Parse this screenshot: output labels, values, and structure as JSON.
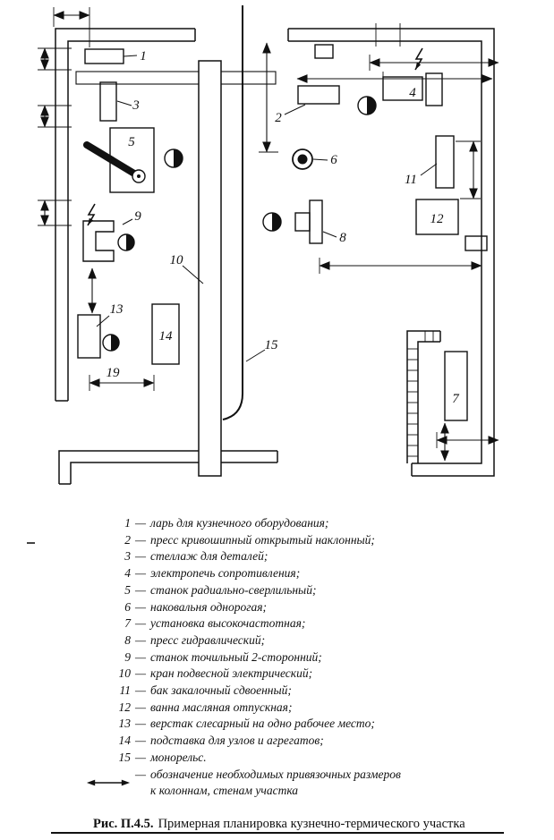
{
  "plan": {
    "n1": "1",
    "n2": "2",
    "n3": "3",
    "n4": "4",
    "n5": "5",
    "n6": "6",
    "n7": "7",
    "n8": "8",
    "n9": "9",
    "n10": "10",
    "n11": "11",
    "n12": "12",
    "n13": "13",
    "n14": "14",
    "n15": "15",
    "dim19": "19"
  },
  "legend": {
    "separator": "—",
    "items": [
      {
        "num": "1",
        "text": "ларь для кузнечного оборудования;"
      },
      {
        "num": "2",
        "text": "пресс кривошипный открытый наклонный;"
      },
      {
        "num": "3",
        "text": "стеллаж для деталей;"
      },
      {
        "num": "4",
        "text": "электропечь сопротивления;"
      },
      {
        "num": "5",
        "text": "станок радиально-сверлильный;"
      },
      {
        "num": "6",
        "text": "наковальня однорогая;"
      },
      {
        "num": "7",
        "text": "установка высокочастотная;"
      },
      {
        "num": "8",
        "text": "пресс гидравлический;"
      },
      {
        "num": "9",
        "text": "станок точильный 2-сторонний;"
      },
      {
        "num": "10",
        "text": "кран подвесной электрический;"
      },
      {
        "num": "11",
        "text": "бак закалочный сдвоенный;"
      },
      {
        "num": "12",
        "text": "ванна масляная отпускная;"
      },
      {
        "num": "13",
        "text": "верстак слесарный на одно рабочее место;"
      },
      {
        "num": "14",
        "text": "подставка для узлов и агрегатов;"
      },
      {
        "num": "15",
        "text": "монорельс."
      }
    ],
    "arrow_note_line1": "обозначение необходимых привязочных размеров",
    "arrow_note_line2": "к колоннам, стенам участка"
  },
  "caption": {
    "figure": "Рис. П.4.5.",
    "title": "Примерная планировка кузнечно-термического участка"
  }
}
